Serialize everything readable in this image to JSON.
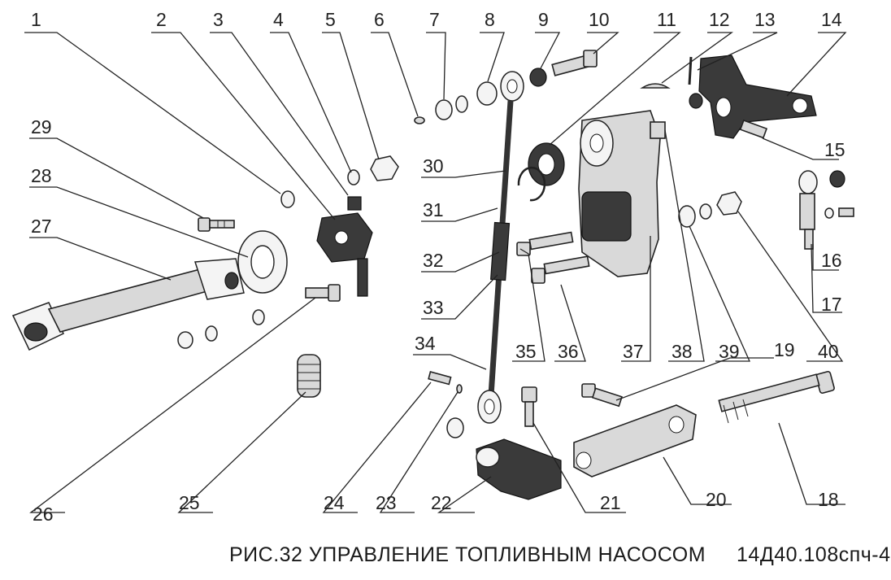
{
  "caption": {
    "title": "РИС.32 УПРАВЛЕНИЕ ТОПЛИВНЫМ НАСОСОМ",
    "code": "14Д40.108спч-4"
  },
  "callouts": [
    "1",
    "2",
    "3",
    "4",
    "5",
    "6",
    "7",
    "8",
    "9",
    "10",
    "11",
    "12",
    "13",
    "14",
    "15",
    "16",
    "17",
    "18",
    "19",
    "20",
    "21",
    "22",
    "23",
    "24",
    "25",
    "26",
    "27",
    "28",
    "29",
    "30",
    "31",
    "32",
    "33",
    "34",
    "35",
    "36",
    "37",
    "38",
    "39",
    "40"
  ]
}
